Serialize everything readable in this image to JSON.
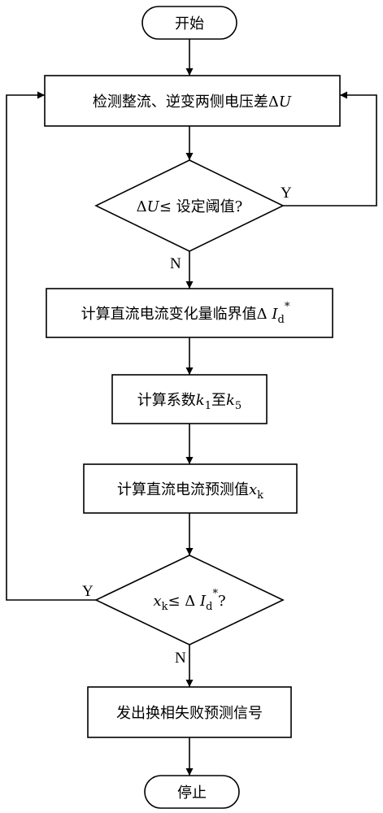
{
  "nodes": {
    "start": {
      "text": "开始"
    },
    "detect": {
      "prefix": "检测整流、逆变两侧电压差Δ",
      "var": "U"
    },
    "decision1": {
      "delta": "Δ",
      "var": "U",
      "suffix": "≤ 设定阈值?"
    },
    "calc_critical": {
      "prefix": "计算直流电流变化量临界值Δ ",
      "var": "I",
      "sub": "d",
      "sup": "*"
    },
    "calc_coeff": {
      "prefix": "计算系数",
      "var1": "k",
      "sub1": "1",
      "mid": "至",
      "var2": "k",
      "sub2": "5"
    },
    "calc_predict": {
      "prefix": "计算直流电流预测值",
      "var": "x",
      "sub": "k"
    },
    "decision2": {
      "var": "x",
      "sub": "k",
      "op": "≤ Δ ",
      "var2": "I",
      "sub2": "d",
      "sup2": "*",
      "suffix": "?"
    },
    "send_signal": {
      "text": "发出换相失败预测信号"
    },
    "stop": {
      "text": "停止"
    }
  },
  "edge_labels": {
    "decision1_yes": "Y",
    "decision1_no": "N",
    "decision2_yes": "Y",
    "decision2_no": "N"
  }
}
